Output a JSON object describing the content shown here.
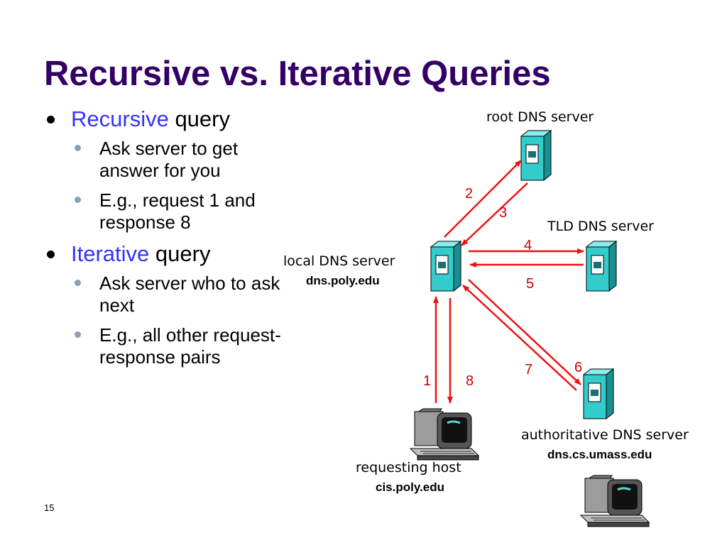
{
  "slide": {
    "title": "Recursive vs. Iterative Queries",
    "page_number": "15"
  },
  "bullets": {
    "recursive": {
      "highlight": "Recursive",
      "rest": " query",
      "sub": [
        "Ask server to get answer for you",
        "E.g., request 1 and response 8"
      ]
    },
    "iterative": {
      "highlight": "Iterative",
      "rest": " query",
      "sub": [
        "Ask server who to ask next",
        "E.g., all other request-response pairs"
      ]
    }
  },
  "diagram": {
    "root": {
      "label": "root DNS server"
    },
    "tld": {
      "label": "TLD DNS server"
    },
    "local": {
      "label": "local DNS server",
      "host": "dns.poly.edu"
    },
    "auth": {
      "label": "authoritative DNS server",
      "host": "dns.cs.umass.edu"
    },
    "requester": {
      "label": "requesting host",
      "host": "cis.poly.edu"
    },
    "steps": [
      "1",
      "2",
      "3",
      "4",
      "5",
      "6",
      "7",
      "8"
    ],
    "colors": {
      "arrow": "#ee1111",
      "server_fill": "#33cccc",
      "text_accent": "#3333ff",
      "title": "#330066"
    }
  }
}
